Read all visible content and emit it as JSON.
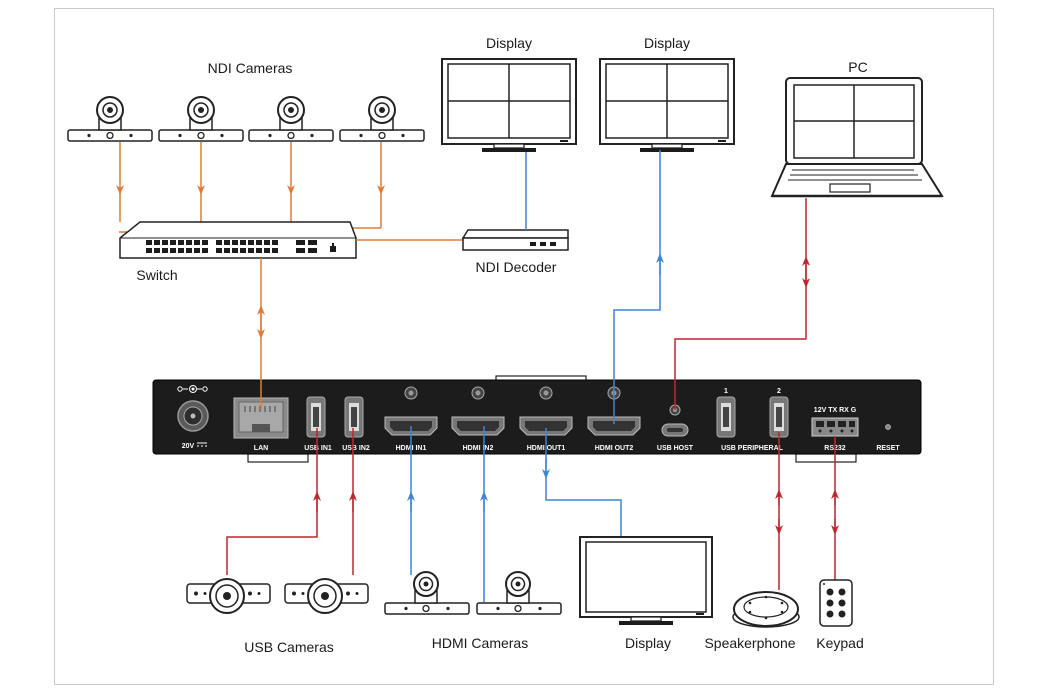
{
  "labels": {
    "ndi_cameras": "NDI Cameras",
    "switch": "Switch",
    "ndi_decoder": "NDI Decoder",
    "display_1": "Display",
    "display_2": "Display",
    "pc": "PC",
    "usb_cameras": "USB Cameras",
    "hdmi_cameras": "HDMI Cameras",
    "display_3": "Display",
    "speakerphone": "Speakerphone",
    "keypad": "Keypad"
  },
  "ports": {
    "power": "20V",
    "lan": "LAN",
    "usb_in1": "USB IN1",
    "usb_in2": "USB IN2",
    "hdmi_in1": "HDMI IN1",
    "hdmi_in2": "HDMI IN2",
    "hdmi_out1": "HDMI OUT1",
    "hdmi_out2": "HDMI OUT2",
    "usb_host": "USB HOST",
    "usb_peripheral": "USB PERIPHERAL",
    "usb_peripheral_1": "1",
    "usb_peripheral_2": "2",
    "rs232": "RS232",
    "rs232_pins": "12V TX RX G",
    "reset": "RESET"
  },
  "colors": {
    "ndi_network": "#e07b39",
    "hdmi": "#3a86d4",
    "usb": "#c0272d",
    "device_body": "#1c1c1c",
    "outline": "#222222"
  },
  "icons": {
    "camera": "ptz-camera-icon",
    "switch": "network-switch-icon",
    "decoder": "ndi-decoder-icon",
    "display": "monitor-icon",
    "laptop": "laptop-icon",
    "speakerphone": "speakerphone-icon",
    "keypad": "keypad-icon"
  }
}
